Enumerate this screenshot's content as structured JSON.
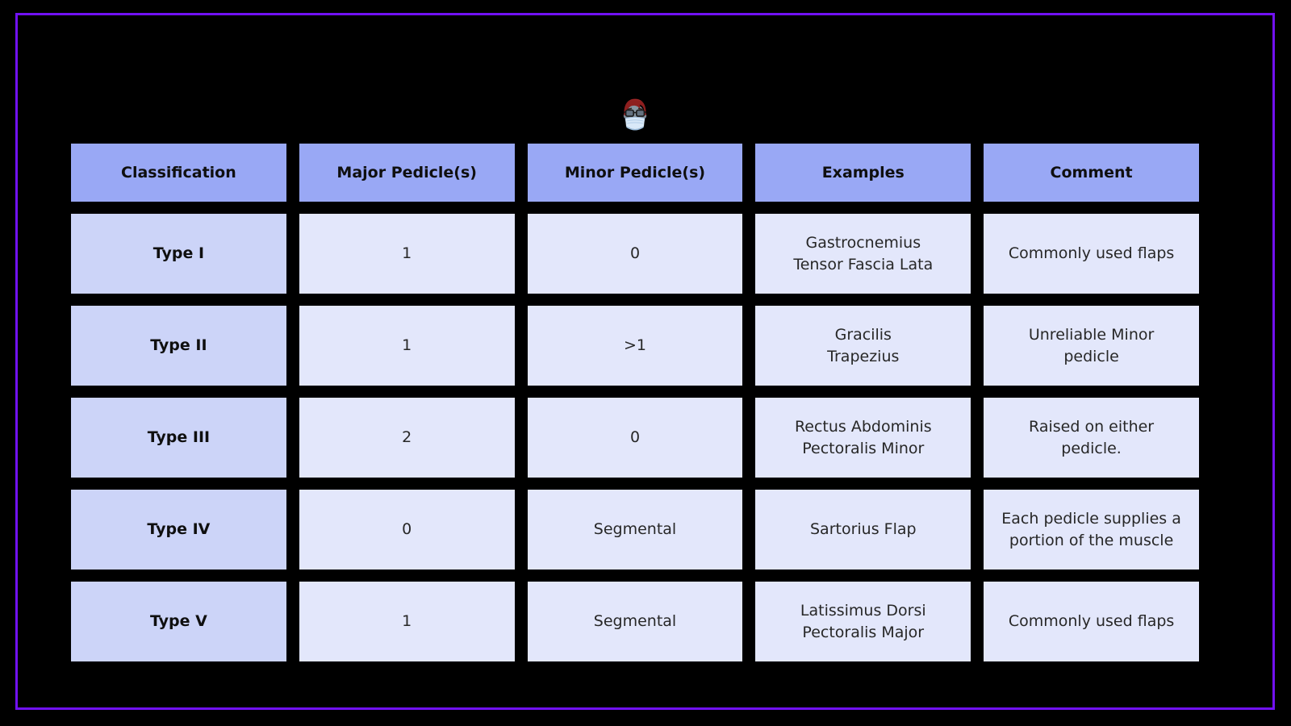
{
  "page": {
    "background": "#000000",
    "border_color": "#7111F2"
  },
  "avatar": {
    "icon": "surgeon-face-masked-icon"
  },
  "table_colors": {
    "header_bg": "#99A8F5",
    "row_label_bg": "#CCD4F8",
    "cell_bg": "#E3E7FB",
    "header_text": "#0f0f0f",
    "cell_text": "#272727"
  },
  "chart_data": {
    "type": "table",
    "columns": [
      "Classification",
      "Major Pedicle(s)",
      "Minor Pedicle(s)",
      "Examples",
      "Comment"
    ],
    "rows": [
      [
        "Type I",
        "1",
        "0",
        "Gastrocnemius\nTensor Fascia Lata",
        "Commonly used flaps"
      ],
      [
        "Type II",
        "1",
        ">1",
        "Gracilis\nTrapezius",
        "Unreliable Minor\npedicle"
      ],
      [
        "Type III",
        "2",
        "0",
        "Rectus Abdominis\nPectoralis Minor",
        "Raised on either\npedicle."
      ],
      [
        "Type IV",
        "0",
        "Segmental",
        "Sartorius Flap",
        "Each pedicle supplies a\nportion of the muscle"
      ],
      [
        "Type V",
        "1",
        "Segmental",
        "Latissimus Dorsi\nPectoralis Major",
        "Commonly used flaps"
      ]
    ]
  }
}
